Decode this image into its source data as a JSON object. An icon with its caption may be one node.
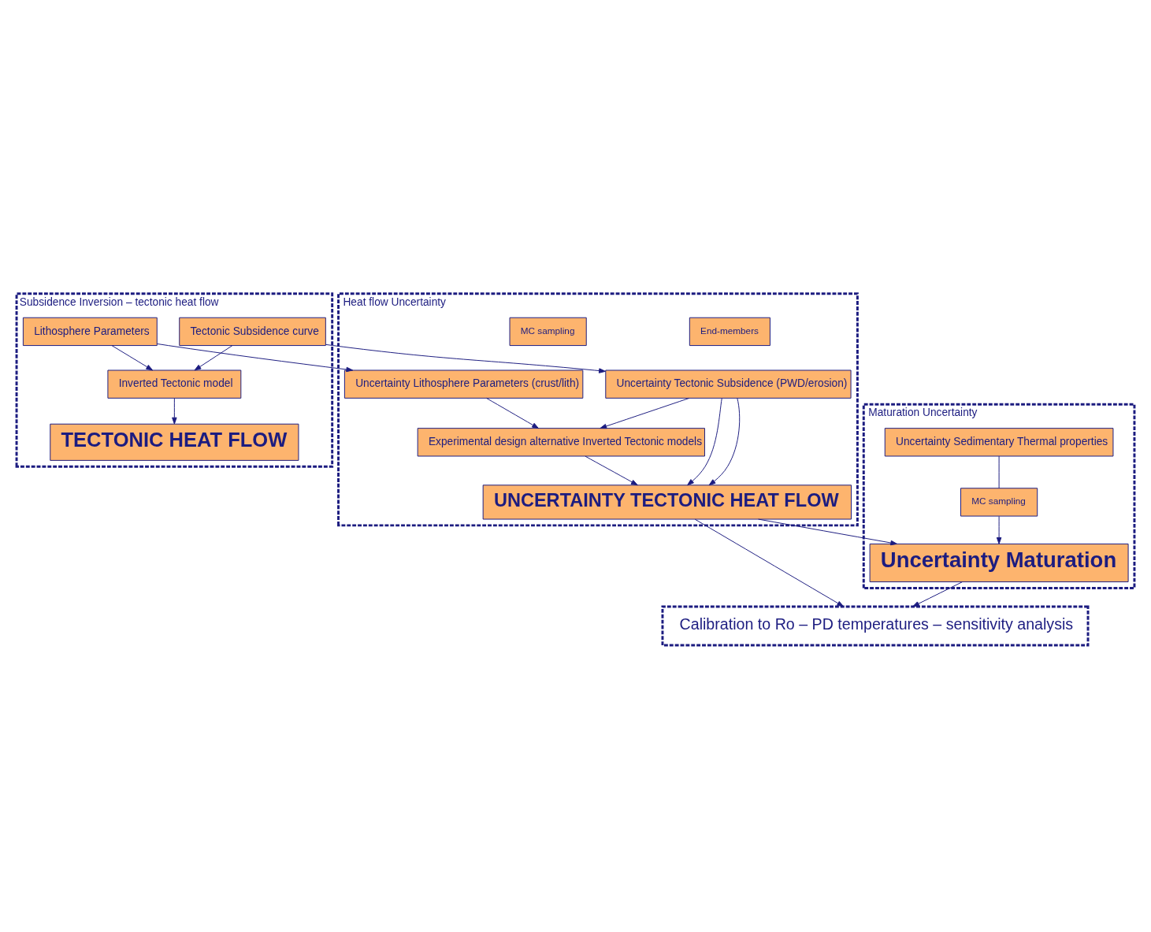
{
  "diagram": {
    "nodes": [
      {
        "text": [
          "Subsidence Inversion – tectonic heat flow"
        ]
      },
      {
        "text": [
          "Tectonic Subsidence curve"
        ],
        "in": 0
      },
      {
        "text": [
          "Lithosphere Parameters"
        ],
        "in": 0
      },
      {
        "text": [
          "Inverted Tectonic model"
        ],
        "in": 0
      },
      {
        "text": [
          "TECTONIC HEAT FLOW"
        ],
        "in": 0
      },
      {
        "text": [
          "Heat flow Uncertainty"
        ]
      },
      {
        "text": [
          "Uncertainty Tectonic Subsidence (PWD/erosion)"
        ],
        "in": 5
      },
      {
        "text": [
          "Uncertainty Lithosphere Parameters (crust/lith)"
        ],
        "in": 5
      },
      {
        "text": [
          "End-members"
        ],
        "in": 5
      },
      {
        "text": [
          "Experimental design alternative Inverted Tectonic models"
        ],
        "in": 5
      },
      {
        "text": [
          "MC sampling"
        ],
        "in": 5
      },
      {
        "text": [
          "UNCERTAINTY TECTONIC HEAT FLOW"
        ],
        "in": 5
      },
      {
        "text": [
          "Maturation Uncertainty"
        ]
      },
      {
        "text": [
          "Uncertainty Sedimentary Thermal properties"
        ],
        "in": 12
      },
      {
        "text": [
          "MC sampling"
        ],
        "in": 12
      },
      {
        "text": [
          "Uncertainty Maturation"
        ],
        "in": 12
      },
      {
        "text": [
          "Calibration to Ro – PD temperatures – sensitivity analysis"
        ]
      }
    ],
    "edges": [
      {
        "from": 1,
        "to": 6,
        "arrow": "to"
      },
      {
        "from": 1,
        "to": 3,
        "arrow": "to"
      },
      {
        "from": 2,
        "to": 7,
        "arrow": "to"
      },
      {
        "from": 2,
        "to": 3,
        "arrow": "to"
      },
      {
        "from": 3,
        "to": 4,
        "arrow": "to"
      },
      {
        "from": 6,
        "to": 11,
        "arrow": "to"
      },
      {
        "from": 6,
        "to": 11,
        "arrow": "to"
      },
      {
        "from": 6,
        "to": 9,
        "arrow": "to"
      },
      {
        "from": 7,
        "to": 9,
        "arrow": "to"
      },
      {
        "from": 9,
        "to": 11,
        "arrow": "to"
      },
      {
        "from": 11,
        "to": 15,
        "arrow": "to"
      },
      {
        "from": 13,
        "to": 14,
        "arrow": "none"
      },
      {
        "from": 14,
        "to": 15,
        "arrow": "to"
      },
      {
        "from": 11,
        "to": 16,
        "arrow": "to"
      },
      {
        "from": 15,
        "to": 16,
        "arrow": "to"
      }
    ]
  }
}
